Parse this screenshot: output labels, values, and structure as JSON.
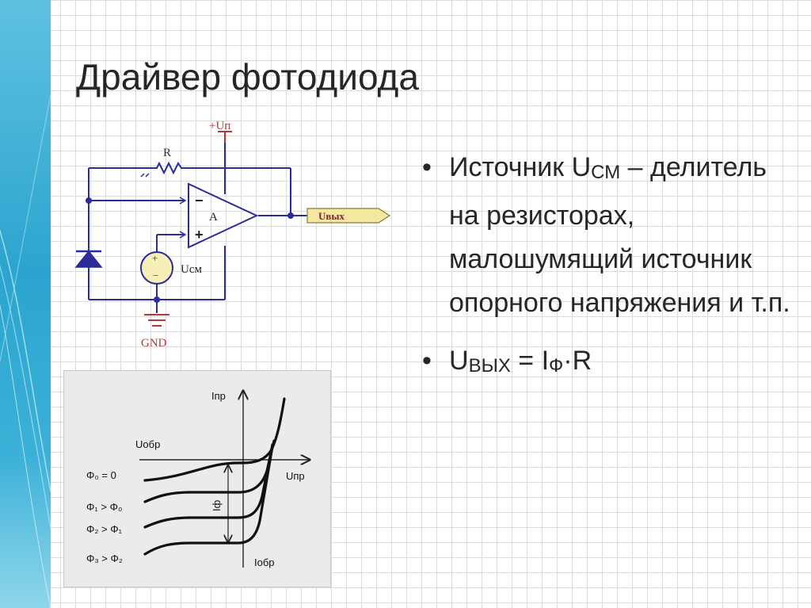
{
  "slide": {
    "title": "Драйвер фотодиода",
    "bullets": [
      {
        "bullet": "•",
        "parts": [
          "Источник U",
          "СМ",
          " – делитель на резисторах, малошумящий источник опорного напряжения и т.п."
        ]
      },
      {
        "bullet": "•",
        "parts": [
          "U",
          "ВЫХ",
          " = I",
          "Ф",
          "·R"
        ]
      }
    ]
  },
  "circuit": {
    "supply_label": "+Uп",
    "resistor_label": "R",
    "opamp_label": "A",
    "minus_sign": "−",
    "plus_sign": "+",
    "source_label": "Uсм",
    "output_label": "Uвых",
    "ground_label": "GND"
  },
  "graph": {
    "y_up_label": "Iпр",
    "x_left_label": "Uобр",
    "x_right_label": "Uпр",
    "y_down_label": "Iобр",
    "current_label": "Iф",
    "curves": [
      {
        "label": "Φ₀ = 0"
      },
      {
        "label": "Φ₁ > Φ₀"
      },
      {
        "label": "Φ₂ > Φ₁"
      },
      {
        "label": "Φ₃ > Φ₂"
      }
    ]
  },
  "colors": {
    "wire": "#2b2b9a",
    "label_red": "#b23a3a",
    "output_fill": "#f3e7a2",
    "source_fill": "#f6efb8"
  }
}
